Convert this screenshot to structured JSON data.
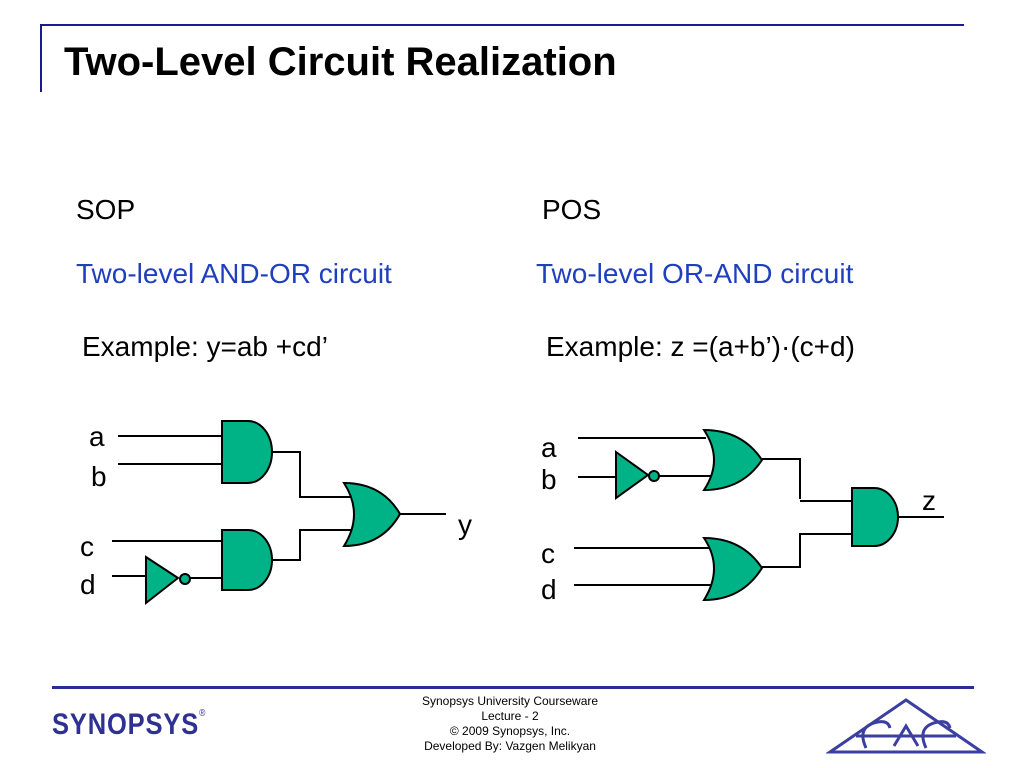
{
  "title": "Two-Level Circuit Realization",
  "sop": {
    "heading": "SOP",
    "subtitle": "Two-level AND-OR circuit",
    "example": "Example: y=ab +cd’",
    "inputs": [
      "a",
      "b",
      "c",
      "d"
    ],
    "output": "y"
  },
  "pos": {
    "heading": "POS",
    "subtitle": "Two-level OR-AND circuit",
    "example": "Example: z =(a+b’)·(c+d)",
    "inputs": [
      "a",
      "b",
      "c",
      "d"
    ],
    "output": "z"
  },
  "colors": {
    "accent": "#1a1a8c",
    "subtitle": "#1f3fbf",
    "gate_fill": "#00b386",
    "logo": "#2e3192"
  },
  "footer": {
    "lines": [
      "Synopsys University Courseware",
      "Lecture  - 2",
      "© 2009 Synopsys, Inc.",
      "Developed By: Vazgen Melikyan"
    ],
    "logo_text": "SYNOPSYS",
    "logo_mark": "®"
  }
}
